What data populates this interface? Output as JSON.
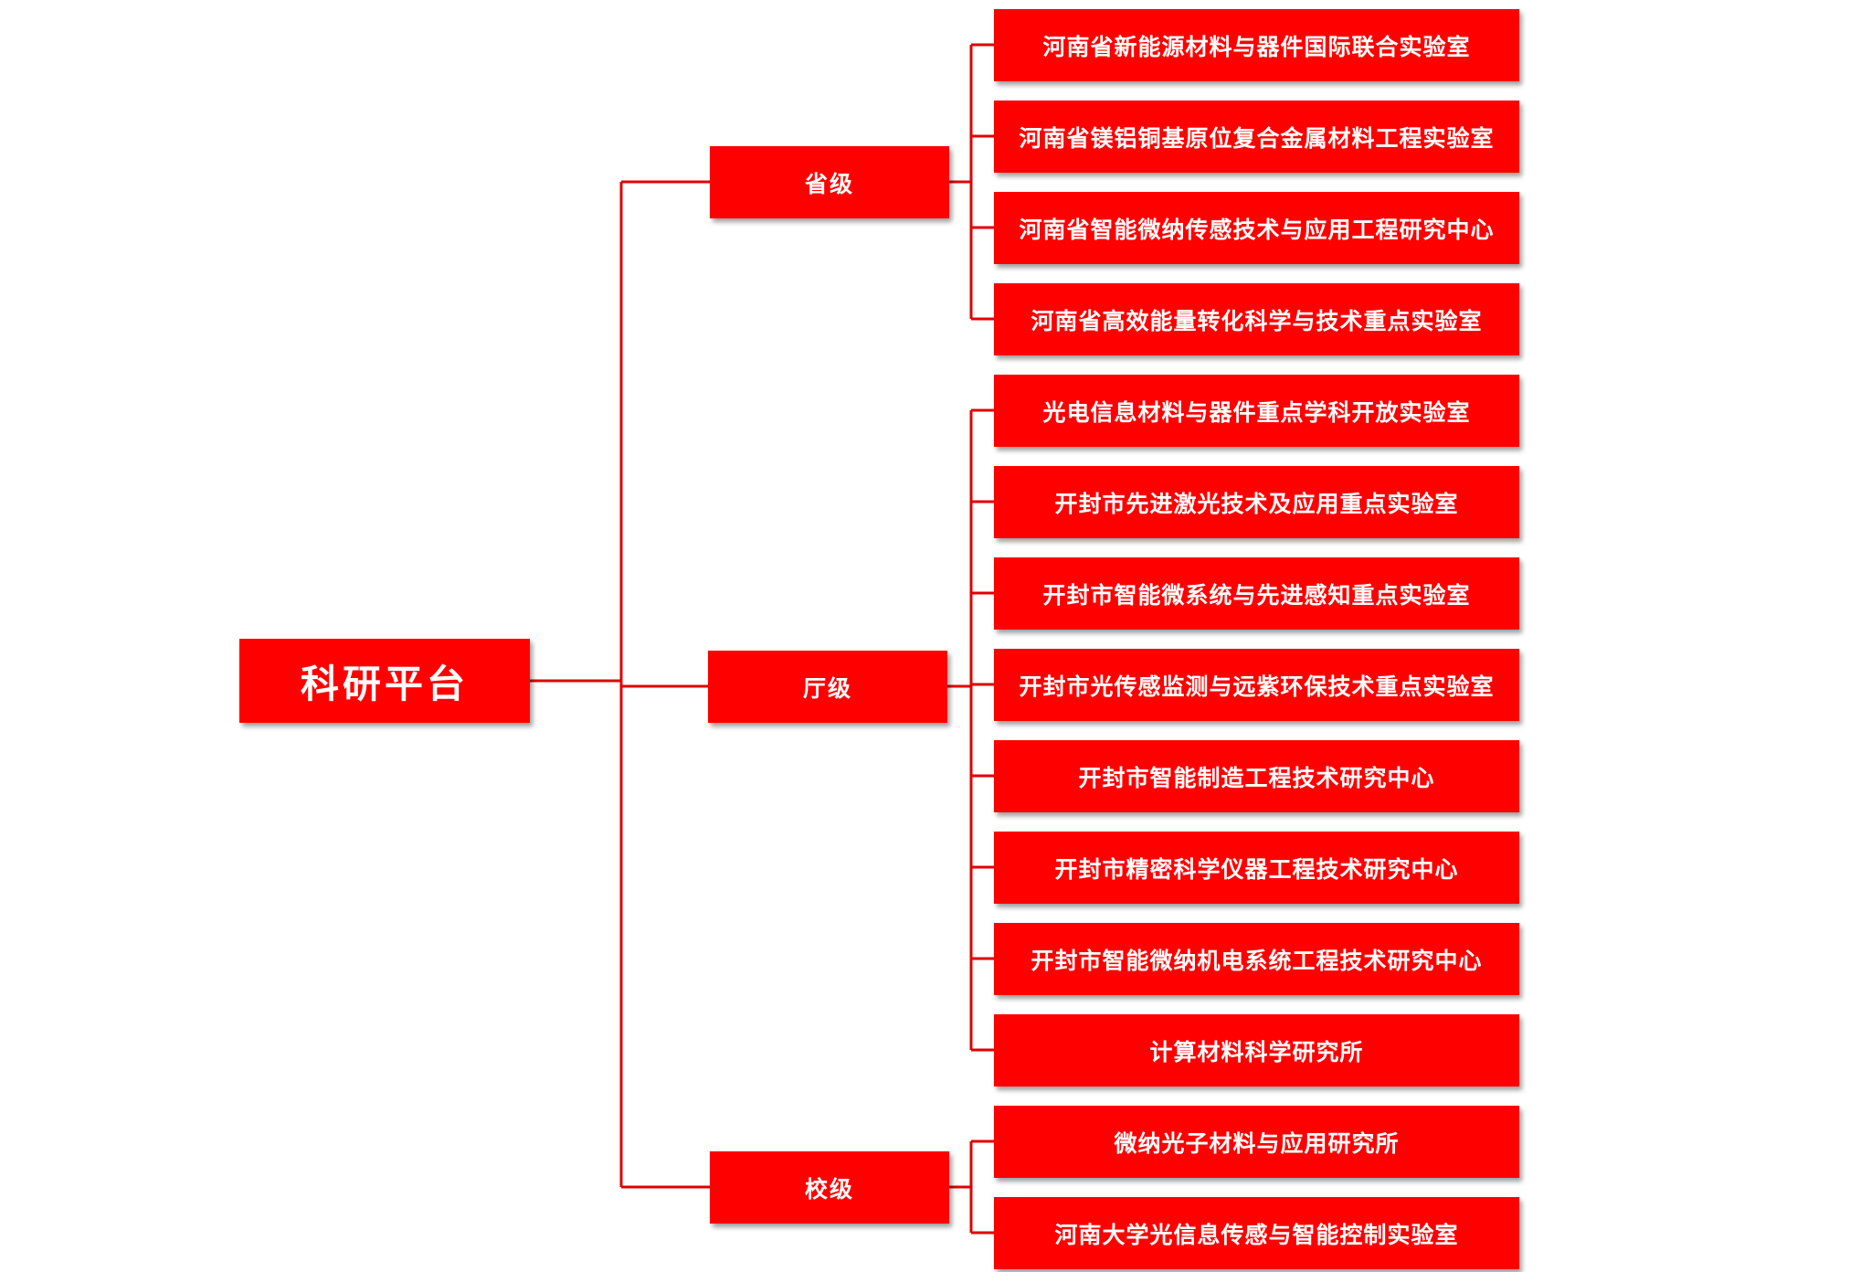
{
  "root": {
    "label": "科研平台"
  },
  "colors": {
    "box_fill": "#ff0000",
    "connector": "#e00000",
    "text": "#ffffff"
  },
  "groups": [
    {
      "label": "省级",
      "items": [
        "河南省新能源材料与器件国际联合实验室",
        "河南省镁铝铜基原位复合金属材料工程实验室",
        "河南省智能微纳传感技术与应用工程研究中心",
        "河南省高效能量转化科学与技术重点实验室"
      ]
    },
    {
      "label": "厅级",
      "items": [
        "光电信息材料与器件重点学科开放实验室",
        "开封市先进激光技术及应用重点实验室",
        "开封市智能微系统与先进感知重点实验室",
        "开封市光传感监测与远紫环保技术重点实验室",
        "开封市智能制造工程技术研究中心",
        "开封市精密科学仪器工程技术研究中心",
        "开封市智能微纳机电系统工程技术研究中心",
        "计算材料科学研究所"
      ]
    },
    {
      "label": "校级",
      "items": [
        "微纳光子材料与应用研究所",
        "河南大学光信息传感与智能控制实验室"
      ]
    }
  ]
}
